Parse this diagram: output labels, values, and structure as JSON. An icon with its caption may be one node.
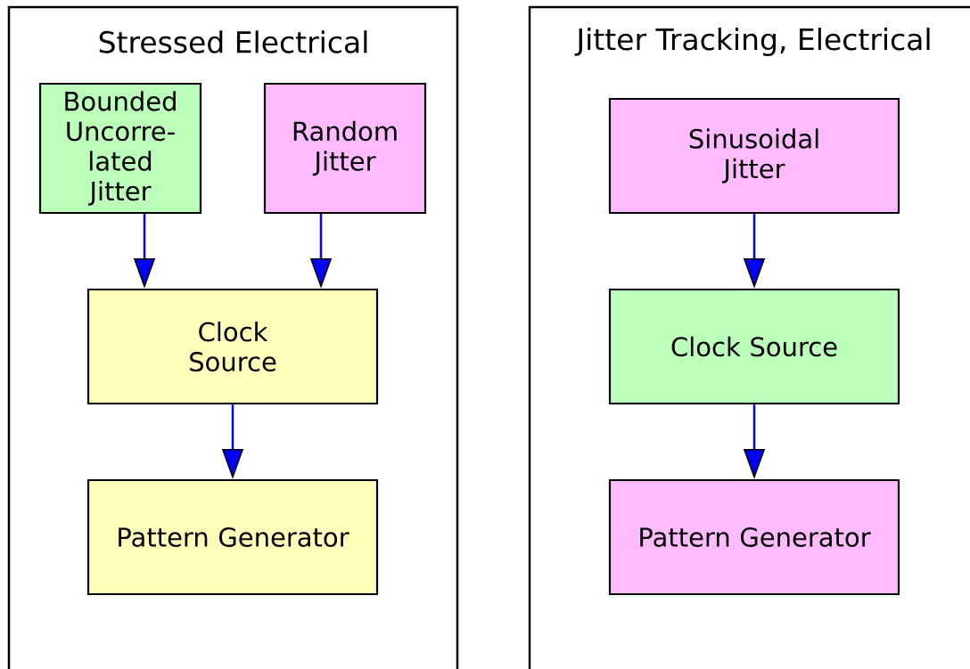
{
  "diagram": {
    "nodes": [
      {
        "text": [
          "Stressed Electrical"
        ]
      },
      {
        "text": [
          "Bounded Uncorre- lated Jitter"
        ],
        "in": 0
      },
      {
        "text": [
          "Random Jitter"
        ],
        "in": 0
      },
      {
        "text": [
          "Clock Source"
        ],
        "in": 0
      },
      {
        "text": [
          "Pattern Generator"
        ],
        "in": 0
      },
      {
        "text": [
          "Jitter Tracking, Electrical"
        ]
      },
      {
        "text": [
          "Sinusoidal Jitter"
        ],
        "in": 5
      },
      {
        "text": [
          "Clock Source"
        ],
        "in": 5
      },
      {
        "text": [
          "Pattern Generator"
        ],
        "in": 5
      }
    ],
    "edges": [
      {
        "from": 1,
        "to": 3,
        "arrow": "to"
      },
      {
        "from": 2,
        "to": 3,
        "arrow": "to"
      },
      {
        "from": 3,
        "to": 4,
        "arrow": "to"
      },
      {
        "from": 6,
        "to": 7,
        "arrow": "to"
      },
      {
        "from": 7,
        "to": 8,
        "arrow": "to"
      }
    ]
  }
}
